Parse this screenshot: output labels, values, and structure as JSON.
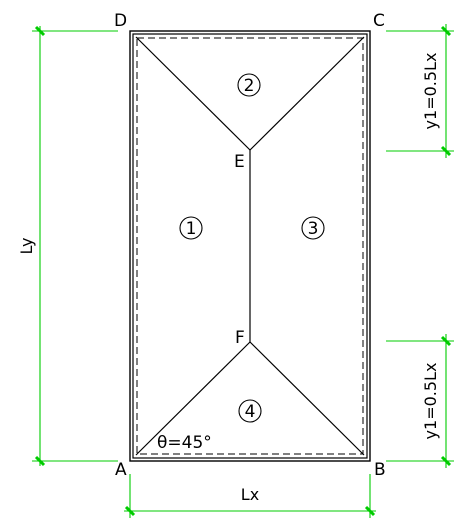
{
  "corners": {
    "a": "A",
    "b": "B",
    "c": "C",
    "d": "D",
    "e": "E",
    "f": "F"
  },
  "regions": [
    "1",
    "2",
    "3",
    "4"
  ],
  "angle_label": "θ=45°",
  "dimensions": {
    "lx": "Lx",
    "ly": "Ly",
    "y1_top": "y1=0.5Lx",
    "y1_bottom": "y1=0.5Lx"
  },
  "colors": {
    "line": "#000000",
    "dimension": "#00cc00"
  }
}
